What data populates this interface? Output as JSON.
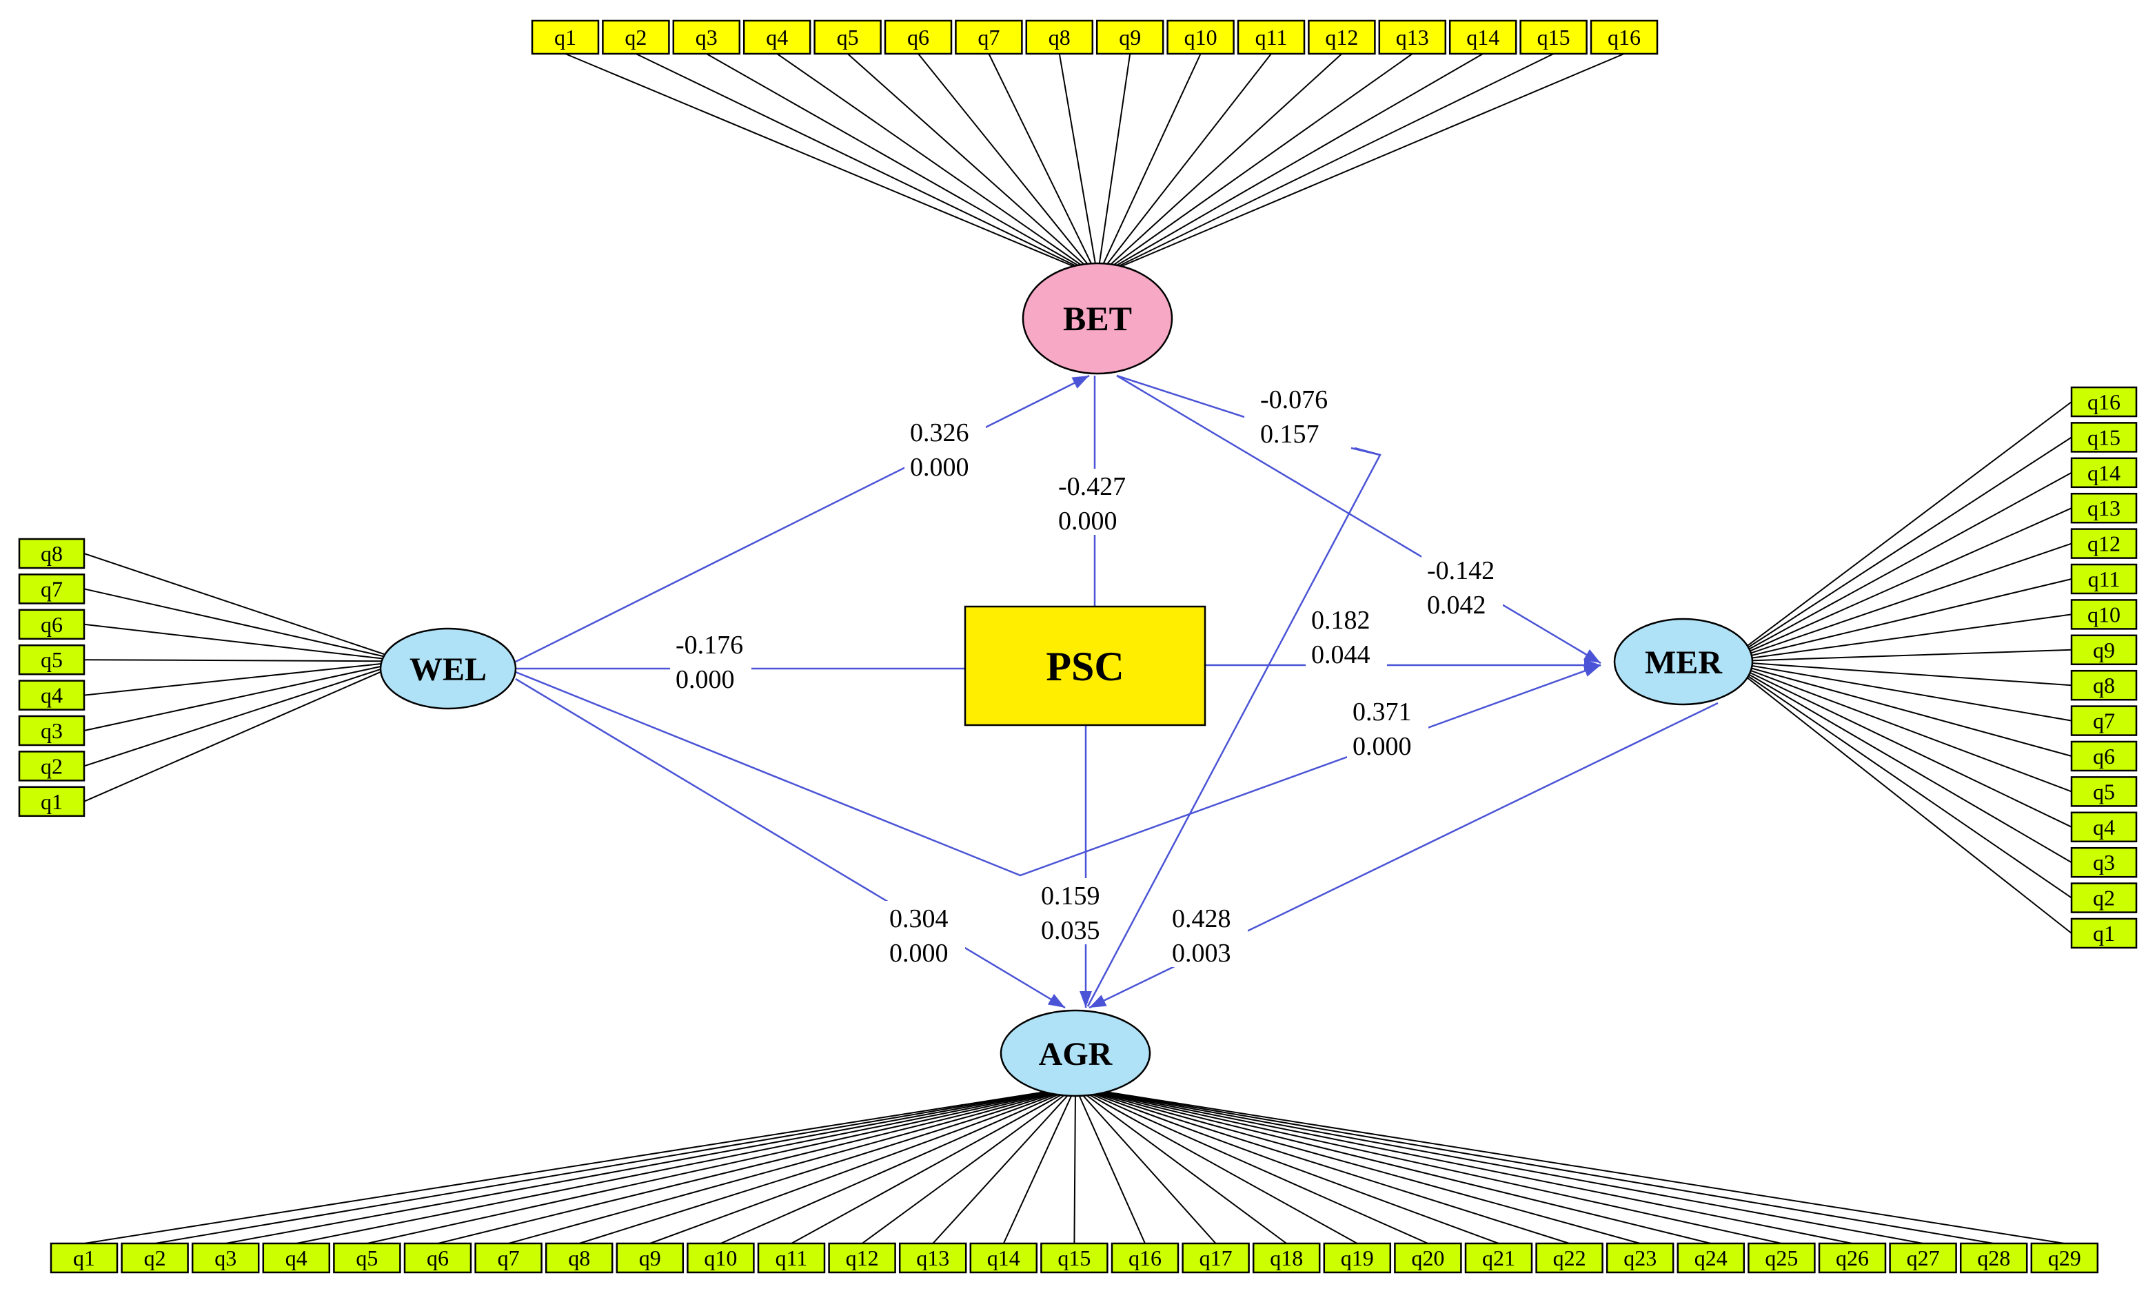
{
  "colors": {
    "indicator_yellow": "#ffff00",
    "indicator_green": "#ccff00",
    "bet_fill": "#f7a8c4",
    "latent_blue": "#b0e2f7",
    "psc_fill": "#ffee00",
    "path_blue": "#4b54d6",
    "loading_black": "#000000"
  },
  "nodes": {
    "BET": {
      "label": "BET",
      "shape": "ellipse"
    },
    "WEL": {
      "label": "WEL",
      "shape": "ellipse"
    },
    "MER": {
      "label": "MER",
      "shape": "ellipse"
    },
    "AGR": {
      "label": "AGR",
      "shape": "ellipse"
    },
    "PSC": {
      "label": "PSC",
      "shape": "rectangle"
    }
  },
  "indicators": {
    "BET": [
      "q1",
      "q2",
      "q3",
      "q4",
      "q5",
      "q6",
      "q7",
      "q8",
      "q9",
      "q10",
      "q11",
      "q12",
      "q13",
      "q14",
      "q15",
      "q16"
    ],
    "WEL": [
      "q8",
      "q7",
      "q6",
      "q5",
      "q4",
      "q3",
      "q2",
      "q1"
    ],
    "MER": [
      "q16",
      "q15",
      "q14",
      "q13",
      "q12",
      "q11",
      "q10",
      "q9",
      "q8",
      "q7",
      "q6",
      "q5",
      "q4",
      "q3",
      "q2",
      "q1"
    ],
    "AGR": [
      "q1",
      "q2",
      "q3",
      "q4",
      "q5",
      "q6",
      "q7",
      "q8",
      "q9",
      "q10",
      "q11",
      "q12",
      "q13",
      "q14",
      "q15",
      "q16",
      "q17",
      "q18",
      "q19",
      "q20",
      "q21",
      "q22",
      "q23",
      "q24",
      "q25",
      "q26",
      "q27",
      "q28",
      "q29"
    ]
  },
  "paths": [
    {
      "id": "wel-bet",
      "from": "WEL",
      "to": "BET",
      "coef": "0.326",
      "p": "0.000"
    },
    {
      "id": "bet-psc",
      "from": "BET",
      "to": "PSC",
      "coef": "-0.427",
      "p": "0.000"
    },
    {
      "id": "bet-mer",
      "from": "BET",
      "to": "MER",
      "coef": "-0.142",
      "p": "0.042"
    },
    {
      "id": "bet-agr",
      "from": "AGR",
      "to": "BET",
      "coef": "-0.076",
      "p": "0.157"
    },
    {
      "id": "wel-psc",
      "from": "WEL",
      "to": "PSC",
      "coef": "-0.176",
      "p": "0.000"
    },
    {
      "id": "psc-mer",
      "from": "PSC",
      "to": "MER",
      "coef": "0.182",
      "p": "0.044"
    },
    {
      "id": "wel-mer",
      "from": "WEL",
      "to": "MER",
      "coef": "0.371",
      "p": "0.000"
    },
    {
      "id": "wel-agr",
      "from": "WEL",
      "to": "AGR",
      "coef": "0.304",
      "p": "0.000"
    },
    {
      "id": "psc-agr",
      "from": "PSC",
      "to": "AGR",
      "coef": "0.159",
      "p": "0.035"
    },
    {
      "id": "mer-agr",
      "from": "MER",
      "to": "AGR",
      "coef": "0.428",
      "p": "0.003"
    }
  ]
}
